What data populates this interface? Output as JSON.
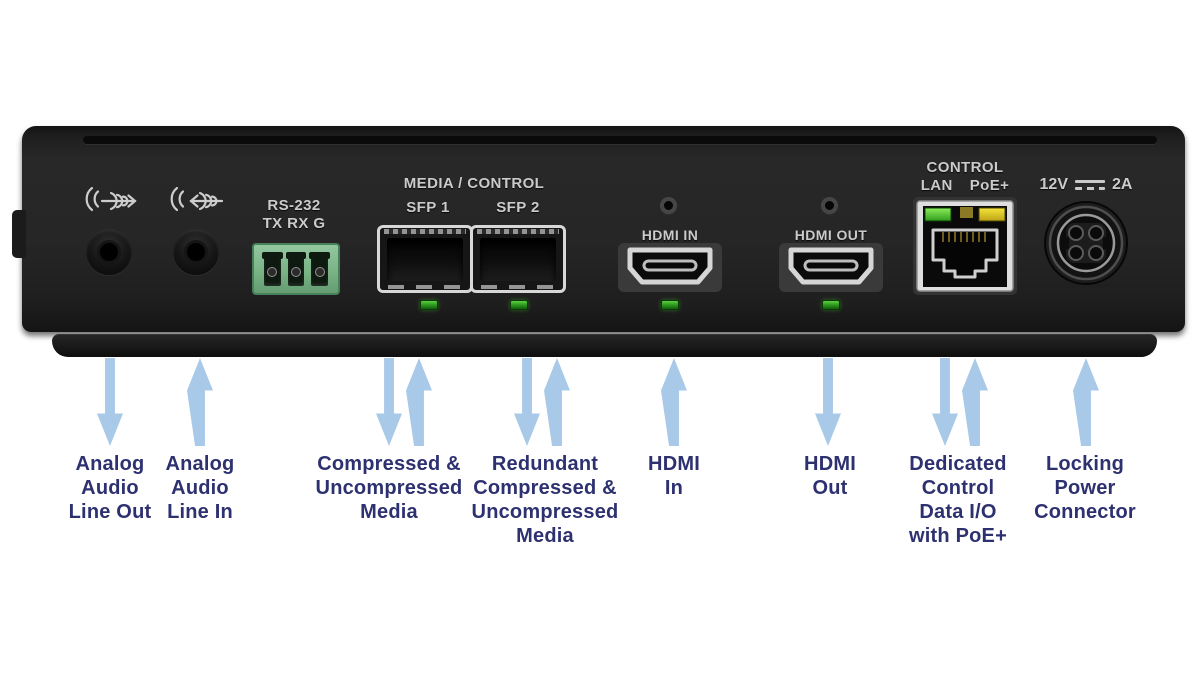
{
  "colors": {
    "arrow_blue": "#a9c9e9",
    "callout_navy": "#2e3170",
    "panel_text": "#cbcbcb",
    "led_green": "#2f9e20",
    "led_yellow": "#e0cd2e",
    "terminal_green": "#7ab386",
    "chassis": "#242424"
  },
  "panel": {
    "audio_out_icon": "speaker-waves-arrow-out",
    "audio_in_icon": "speaker-waves-arrow-in",
    "rs232": {
      "line1": "RS-232",
      "line2": "TX RX G"
    },
    "media_control": {
      "header": "MEDIA / CONTROL",
      "sfp1": "SFP 1",
      "sfp2": "SFP 2"
    },
    "hdmi_in": "HDMI IN",
    "hdmi_out": "HDMI OUT",
    "control": {
      "header": "CONTROL",
      "lan": "LAN",
      "poe": "PoE+"
    },
    "power": {
      "volts": "12V",
      "dc_symbol": "solid-over-dashed-dc",
      "amps": "2A"
    }
  },
  "callouts": [
    {
      "id": "analog-audio-line-out",
      "label": "Analog\nAudio\nLine Out",
      "arrows": [
        "down"
      ]
    },
    {
      "id": "analog-audio-line-in",
      "label": "Analog\nAudio\nLine In",
      "arrows": [
        "up"
      ]
    },
    {
      "id": "compressed-media",
      "label": "Compressed &\nUncompressed\nMedia",
      "arrows": [
        "down",
        "up"
      ]
    },
    {
      "id": "redundant-media",
      "label": "Redundant\nCompressed &\nUncompressed\nMedia",
      "arrows": [
        "down",
        "up"
      ]
    },
    {
      "id": "hdmi-in",
      "label": "HDMI\nIn",
      "arrows": [
        "up"
      ]
    },
    {
      "id": "hdmi-out",
      "label": "HDMI\nOut",
      "arrows": [
        "down"
      ]
    },
    {
      "id": "dedicated-control",
      "label": "Dedicated\nControl\nData I/O\nwith PoE+",
      "arrows": [
        "down",
        "up"
      ]
    },
    {
      "id": "locking-power",
      "label": "Locking\nPower\nConnector",
      "arrows": [
        "up"
      ]
    }
  ]
}
